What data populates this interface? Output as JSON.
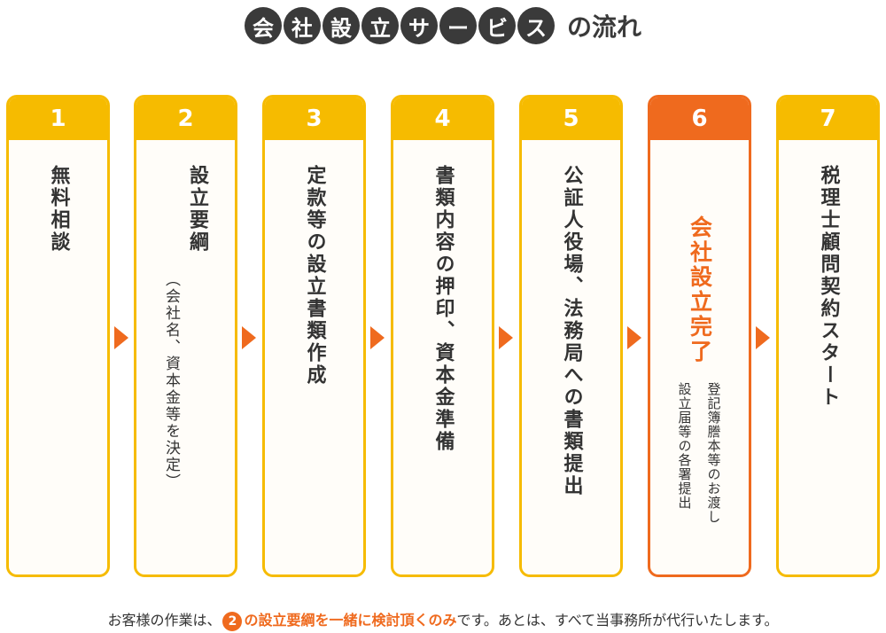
{
  "title": {
    "chars": [
      "会",
      "社",
      "設",
      "立",
      "サ",
      "ー",
      "ビ",
      "ス"
    ],
    "suffix": "の流れ"
  },
  "steps": [
    {
      "number": "1",
      "label": "無料相談",
      "sub": ""
    },
    {
      "number": "2",
      "label": "設立要綱",
      "sub": "（会社名、資本金等を決定）"
    },
    {
      "number": "3",
      "label": "定款等の設立書類作成",
      "sub": ""
    },
    {
      "number": "4",
      "label": "書類内容の押印、資本金準備",
      "sub": ""
    },
    {
      "number": "5",
      "label": "公証人役場、法務局への書類提出",
      "sub": ""
    },
    {
      "number": "6",
      "label": "会社設立完了",
      "notes": [
        "登記簿謄本等のお渡し",
        "設立届等の各署提出"
      ]
    },
    {
      "number": "7",
      "label": "税理士顧問契約スタート",
      "sub": ""
    }
  ],
  "footer": {
    "pre": "お客様の作業は、",
    "num": "2",
    "emph": "の設立要綱を一緒に検討頂くのみ",
    "post": "です。あとは、すべて当事務所が代行いたします。"
  },
  "colors": {
    "accent": "#ef6a1e",
    "yellow": "#f6bb00",
    "dark": "#3a3a3a"
  }
}
